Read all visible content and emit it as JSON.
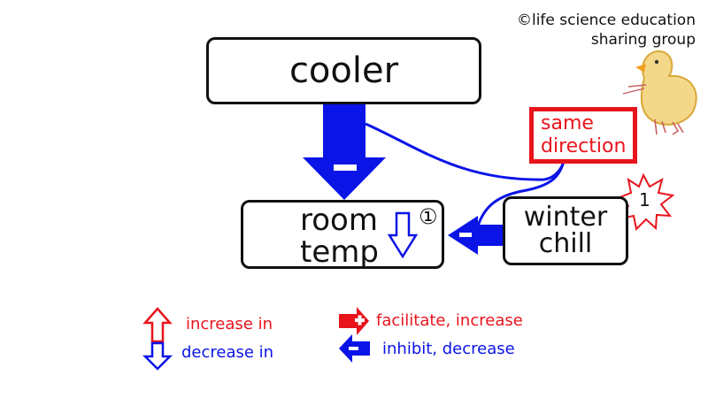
{
  "copyright": {
    "line1": "©life science education",
    "line2": "sharing group"
  },
  "nodes": {
    "cooler": "cooler",
    "room_temp_line1": "room",
    "room_temp_line2": "temp",
    "winter_chill_line1": "winter",
    "winter_chill_line2": "chill"
  },
  "badges": {
    "circled_number": "①",
    "burst_number": "1"
  },
  "annotation": {
    "line1": "same",
    "line2": "direction"
  },
  "legend": {
    "increase": "increase in",
    "decrease": "decrease in",
    "facilitate": "facilitate, increase",
    "inhibit": "inhibit, decrease"
  },
  "colors": {
    "blue": "#0a14e6",
    "red": "#e8141c",
    "black": "#111111"
  }
}
